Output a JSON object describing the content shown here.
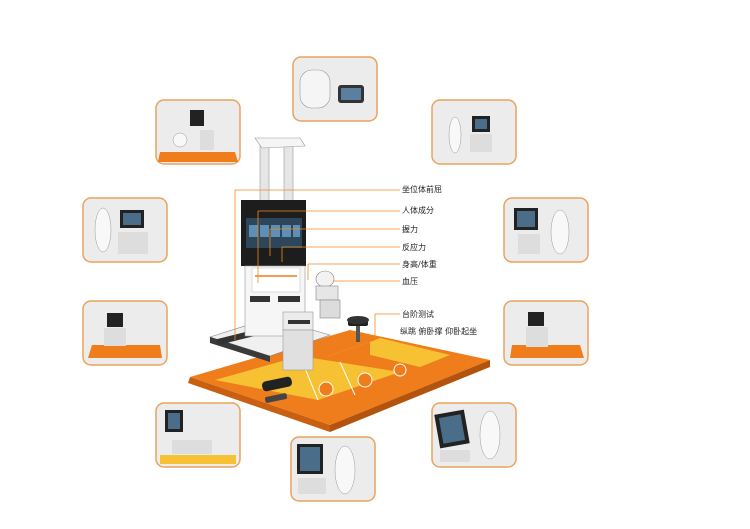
{
  "labels": {
    "sit_reach": "坐位体前屈",
    "body_composition": "人体成分",
    "grip": "握力",
    "reaction": "反应力",
    "height_weight": "身高/体重",
    "blood_pressure": "血压",
    "step_test": "台阶测试",
    "jump_pushup_situp": "纵跳 俯卧撑 仰卧起坐"
  },
  "colors": {
    "accent": "#f28a1e",
    "floor_orange": "#f07d1c",
    "floor_yellow": "#f6c233",
    "thumb_border": "#e9a35c",
    "thumb_bg": "#ececec"
  }
}
